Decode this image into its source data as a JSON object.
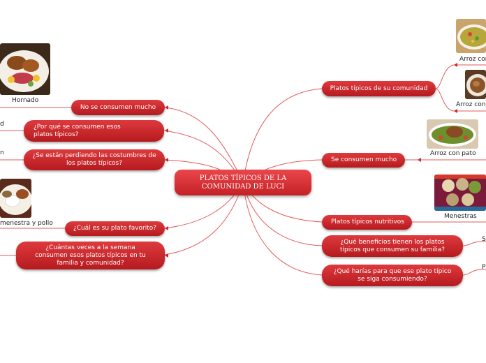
{
  "colors": {
    "branch": "#b51a1f",
    "connector": "#e25b5b",
    "leaf_text": "#222222"
  },
  "central_topic": "PLATOS TÍPICOS DE LA COMUNIDAD DE LUCI",
  "left_branches": [
    {
      "label": "No se consumen mucho",
      "leaf": "Hornado"
    },
    {
      "label": "¿Por qué se consumen esos platos típicos?",
      "leaf": "d"
    },
    {
      "label": "¿Se están perdiendo las costumbres de los platos típicos?",
      "leaf": "n"
    },
    {
      "label": "¿Cuál es su plato favorito?",
      "leaf": "menestra y pollo"
    },
    {
      "label": "¿Cuántas veces a la semana consumen esos platos típicos en tu familia y comunidad?"
    }
  ],
  "right_branches": [
    {
      "label": "Platos típicos de su comunidad",
      "leaves": [
        "Arroz con",
        "Arroz con"
      ]
    },
    {
      "label": "Se consumen mucho",
      "leaf": "Arroz con pato"
    },
    {
      "label": "Platos típicos nutritivos",
      "leaf": "Menestras"
    },
    {
      "label": "¿Qué beneficios tienen los platos típicos que consumen su familia?",
      "leaf": "S"
    },
    {
      "label": "¿Qué harías para que ese plato típico se siga consumiendo?",
      "leaf": "P"
    }
  ],
  "images": [
    {
      "subject": "hornado-photo",
      "icon": "food-photo-icon"
    },
    {
      "subject": "arroz-con-1-photo",
      "icon": "food-photo-icon"
    },
    {
      "subject": "arroz-con-2-photo",
      "icon": "food-photo-icon"
    },
    {
      "subject": "arroz-con-pato-photo",
      "icon": "food-photo-icon"
    },
    {
      "subject": "menestras-photo",
      "icon": "food-photo-icon"
    },
    {
      "subject": "menestra-y-pollo-photo",
      "icon": "food-photo-icon"
    }
  ]
}
